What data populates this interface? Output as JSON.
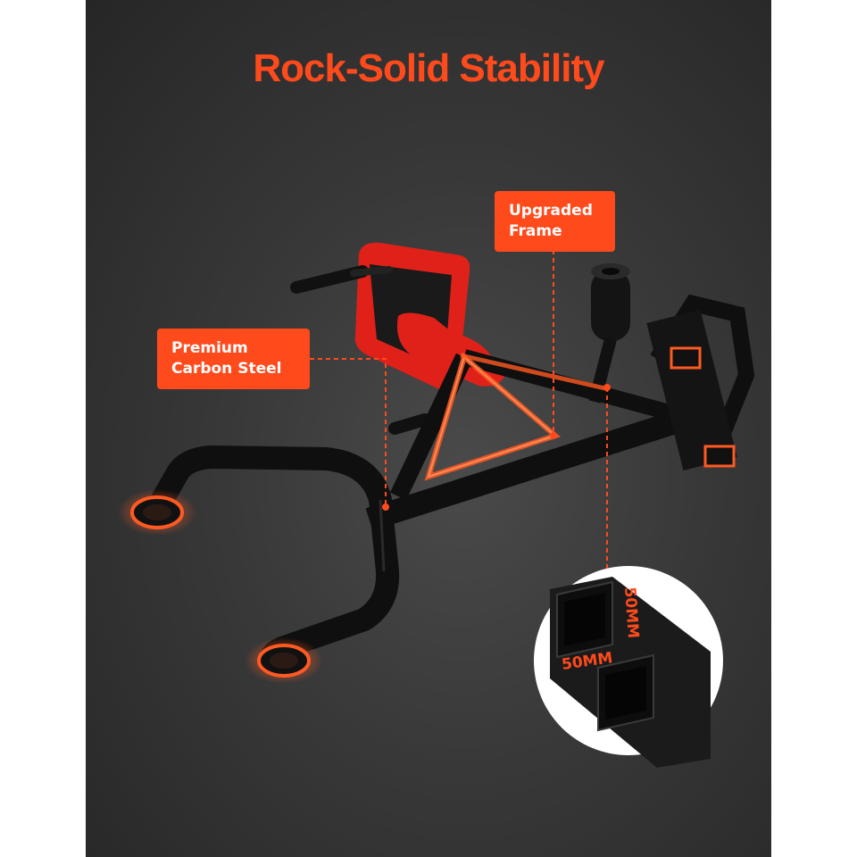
{
  "headline": "Rock-Solid Stability",
  "callouts": {
    "frame": {
      "line1": "Upgraded",
      "line2": "Frame"
    },
    "steel": {
      "line1": "Premium",
      "line2": "Carbon Steel"
    }
  },
  "tube_dimensions": {
    "width": "50MM",
    "height": "50MM"
  },
  "colors": {
    "accent": "#ff4a1c",
    "background": "#333333",
    "frame_metal": "#111111",
    "pad": "#e0211a"
  }
}
